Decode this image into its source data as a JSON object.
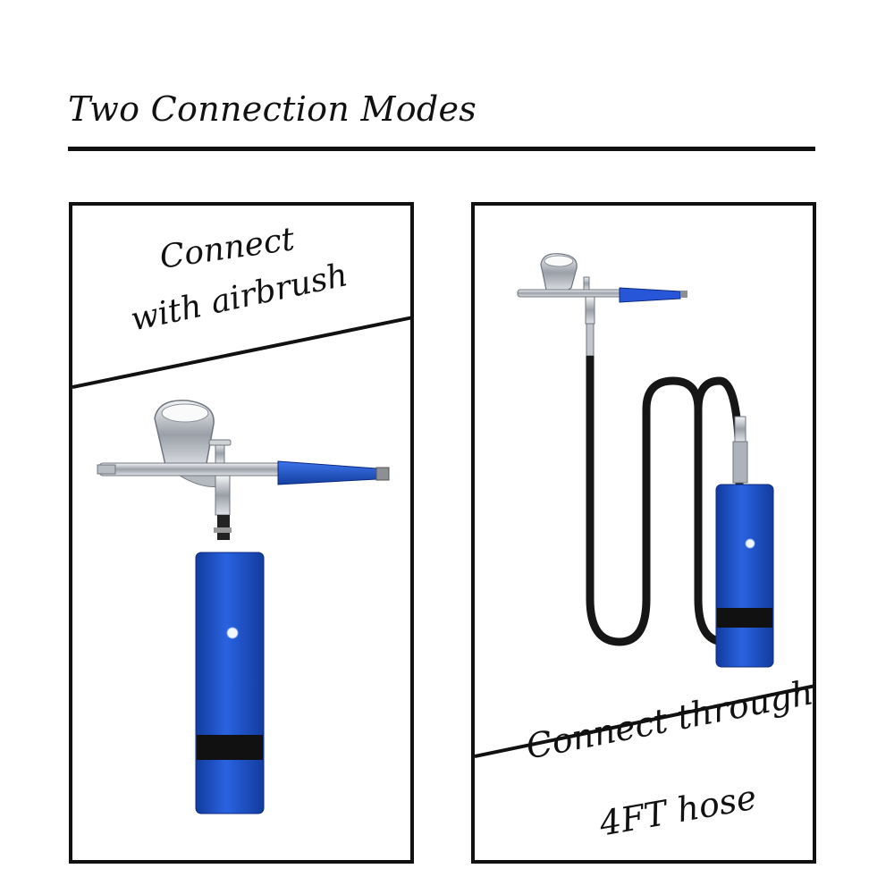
{
  "title": "Two Connection Modes",
  "left_panel": {
    "caption_line1": "Connect",
    "caption_line2": "with airbrush"
  },
  "right_panel": {
    "caption_line1": "Connect through",
    "caption_line2": "4FT hose"
  },
  "colors": {
    "ink": "#111111",
    "blue": "#1e4fd0",
    "blue_dark": "#0f2f8f",
    "chrome": "#c9ccd2",
    "hose": "#1a1a1a"
  }
}
